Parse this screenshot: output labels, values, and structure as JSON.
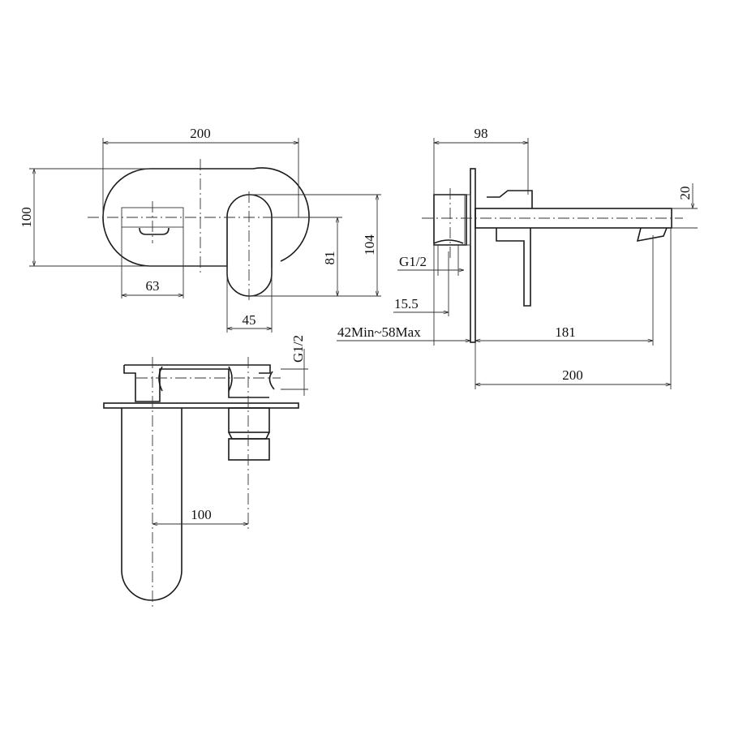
{
  "drawing": {
    "subject": "Wall-mounted basin mixer technical drawing",
    "views": {
      "front": {
        "dimensions": {
          "overall_width": "200",
          "plate_height": "100",
          "spout_width": "63",
          "handle_width": "45",
          "handle_center_to_bottom": "81",
          "handle_height": "104"
        }
      },
      "side": {
        "dimensions": {
          "body_depth": "98",
          "spout_height": "20",
          "thread": "G1/2",
          "inlet_offset": "15.5",
          "wall_range": "42Min~58Max",
          "spout_reach": "181",
          "overall_length": "200"
        }
      },
      "top": {
        "dimensions": {
          "thread": "G1/2",
          "center_distance": "100"
        }
      }
    }
  }
}
